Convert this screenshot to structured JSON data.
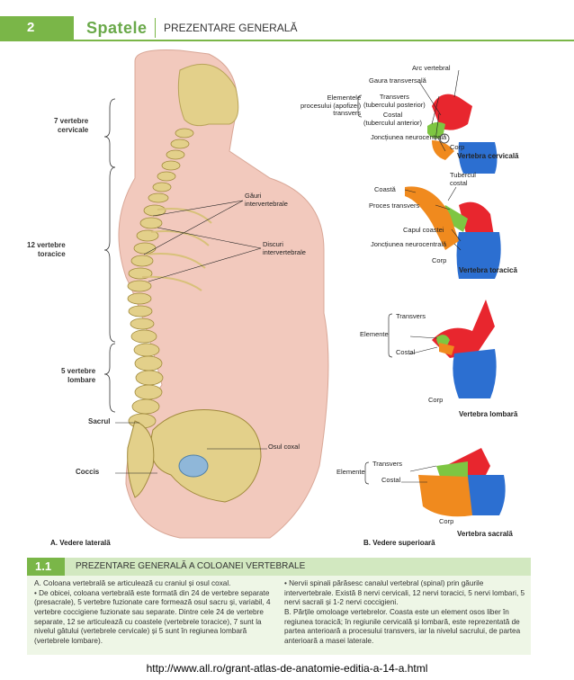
{
  "header": {
    "page_number": "2",
    "section": "Spatele",
    "title": "PREZENTARE GENERALĂ"
  },
  "left_figure": {
    "region_labels": [
      {
        "key": "cervical",
        "text": "7 vertebre\ncervicale"
      },
      {
        "key": "thoracic",
        "text": "12 vertebre\ntoracice"
      },
      {
        "key": "lumbar",
        "text": "5 vertebre\nlombare"
      }
    ],
    "sacrum": "Sacrul",
    "coccyx": "Coccis",
    "foramina": "Găuri\nintervertebrale",
    "discs": "Discuri\nintervertebrale",
    "hip": "Osul coxal",
    "caption": "A. Vedere laterală"
  },
  "right_figure": {
    "cervical": {
      "arc": "Arc vertebral",
      "foramen": "Gaura transversală",
      "elements": "Elementele\nprocesului (apofizei)\ntransvers",
      "transverse": "Transvers\n(tuberculul posterior)",
      "costal": "Costal\n(tuberculul anterior)",
      "junction": "Joncțiunea neurocentrală",
      "body": "Corp",
      "title": "Vertebra cervicală"
    },
    "thoracic": {
      "tubercle": "Tubercul\ncostal",
      "rib": "Coastă",
      "process": "Proces transvers",
      "head": "Capul coastei",
      "junction": "Joncțiunea neurocentrală",
      "body": "Corp",
      "title": "Vertebra toracică"
    },
    "lumbar": {
      "transverse": "Transvers",
      "elements": "Elemente",
      "costal": "Costal",
      "body": "Corp",
      "title": "Vertebra lombară"
    },
    "sacral": {
      "transverse": "Transvers",
      "elements": "Elemente",
      "costal": "Costal",
      "body": "Corp",
      "title": "Vertebra sacrală"
    },
    "caption": "B. Vedere superioară"
  },
  "figure_bar": {
    "number": "1.1",
    "title": "PREZENTARE GENERALĂ A COLOANEI VERTEBRALE"
  },
  "text_left": [
    "A. Coloana vertebrală se articulează cu craniul și osul coxal.",
    "• De obicei, coloana vertebrală este formată din 24 de vertebre separate (presacrale), 5 vertebre fuzionate care formează osul sacru și, variabil, 4 vertebre coccigiene fuzionate sau separate. Dintre cele 24 de vertebre separate, 12 se articulează cu coastele (vertebrele toracice), 7 sunt la nivelul gâtului (vertebrele cervicale) și 5 sunt în regiunea lombară (vertebrele lombare)."
  ],
  "text_right": [
    "• Nervii spinali părăsesc canalul vertebral (spinal) prin găurile intervertebrale. Există 8 nervi cervicali, 12 nervi toracici, 5 nervi lombari, 5 nervi sacrali și 1-2 nervi coccigieni.",
    "B. Părțile omoloage vertebrelor. Coasta este un element osos liber în regiunea toracică; în regiunile cervicală și lombară, este reprezentată de partea anterioară a procesului transvers, iar la nivelul sacrului, de partea anterioară a masei laterale."
  ],
  "footer_url": "http://www.all.ro/grant-atlas-de-anatomie-editia-a-14-a.html",
  "colors": {
    "accent": "#7ab648",
    "bar_bg": "#d2e8c0",
    "text_bg": "#eef6e6",
    "skin": "#f2c9bd",
    "bone": "#e3d08a",
    "arc": "#e8262e",
    "body": "#2c6fd1",
    "costal": "#f08a1e",
    "transverse": "#7ec642"
  }
}
